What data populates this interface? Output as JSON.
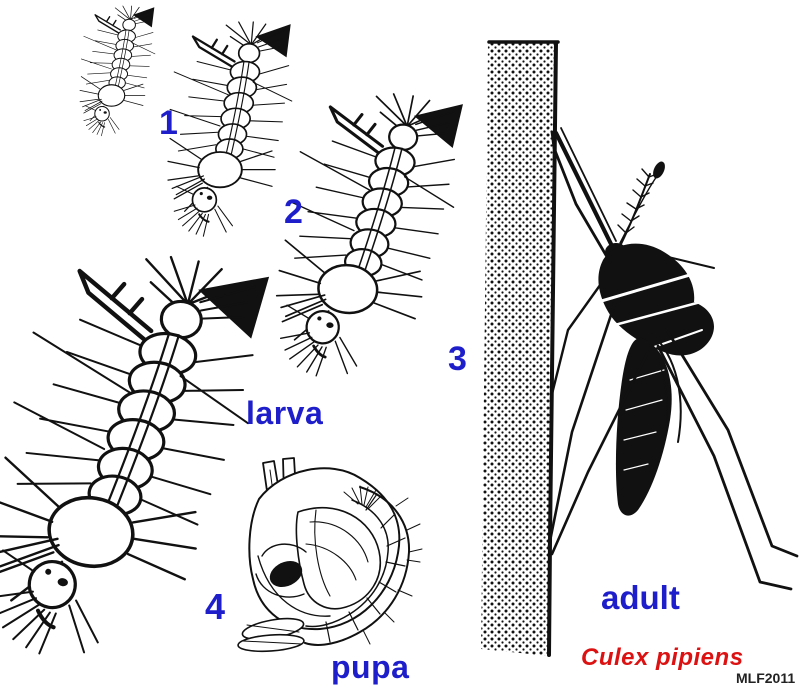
{
  "figure": {
    "stage_numbers": [
      "1",
      "2",
      "3",
      "4"
    ],
    "stage_labels": {
      "larva": "larva",
      "pupa": "pupa",
      "adult": "adult"
    },
    "species_label": "Culex pipiens",
    "credit": "MLF2011",
    "colors": {
      "label_blue": "#1e1ecb",
      "species_red": "#dc1212",
      "credit_gray": "#222222",
      "ink": "#111111"
    }
  }
}
